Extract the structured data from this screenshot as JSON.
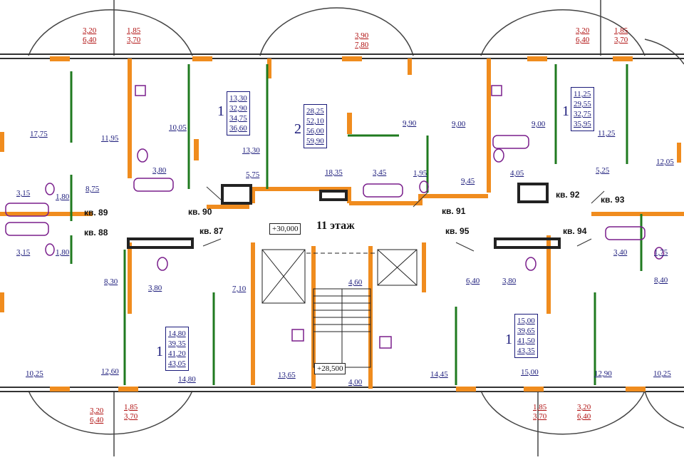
{
  "floor_label": "11 этаж",
  "elevations": {
    "top": "+30,000",
    "bottom": "+28,500"
  },
  "apartments": [
    {
      "id": "kv89",
      "label": "кв. 89"
    },
    {
      "id": "kv90",
      "label": "кв. 90"
    },
    {
      "id": "kv91",
      "label": "кв. 91"
    },
    {
      "id": "kv92",
      "label": "кв. 92"
    },
    {
      "id": "kv93",
      "label": "кв. 93"
    },
    {
      "id": "kv88",
      "label": "кв. 88"
    },
    {
      "id": "kv87",
      "label": "кв. 87"
    },
    {
      "id": "kv95",
      "label": "кв. 95"
    },
    {
      "id": "kv94",
      "label": "кв. 94"
    }
  ],
  "area_boxes": [
    {
      "rooms": "1",
      "values": [
        "13,30",
        "32,90",
        "34,75",
        "36,60"
      ]
    },
    {
      "rooms": "2",
      "values": [
        "28,25",
        "52,10",
        "56,00",
        "59,90"
      ]
    },
    {
      "rooms": "1",
      "values": [
        "11,25",
        "29,55",
        "32,75",
        "35,95"
      ]
    },
    {
      "rooms": "1",
      "values": [
        "14,80",
        "39,35",
        "41,20",
        "43,05"
      ]
    },
    {
      "rooms": "1",
      "values": [
        "15,00",
        "39,65",
        "41,50",
        "43,35"
      ]
    }
  ],
  "balconies": [
    {
      "a": "3,20",
      "b": "6,40"
    },
    {
      "a": "1,85",
      "b": "3,70"
    },
    {
      "a": "3,90",
      "b": "7,80"
    },
    {
      "a": "3,20",
      "b": "6,40"
    },
    {
      "a": "1,85",
      "b": "3,70"
    },
    {
      "a": "3,20",
      "b": "6,40"
    },
    {
      "a": "1,85",
      "b": "3,70"
    },
    {
      "a": "1,85",
      "b": "3,70"
    },
    {
      "a": "3,20",
      "b": "6,40"
    }
  ],
  "room_areas": [
    "17,75",
    "11,95",
    "10,05",
    "13,30",
    "9,90",
    "9,00",
    "9,00",
    "11,25",
    "12,05",
    "3,80",
    "5,75",
    "18,35",
    "3,45",
    "1,95",
    "9,45",
    "4,05",
    "5,25",
    "3,15",
    "1,80",
    "8,75",
    "3,15",
    "1,80",
    "8,30",
    "3,80",
    "7,10",
    "4,60",
    "6,40",
    "3,80",
    "3,40",
    "1,75",
    "8,40",
    "10,25",
    "12,60",
    "14,80",
    "13,65",
    "4,00",
    "14,45",
    "15,00",
    "12,90",
    "10,25"
  ],
  "colors": {
    "wall": "#f08c1e",
    "partition": "#1f7a1f",
    "line": "#333333",
    "label": "#1a1a7a",
    "balcony": "#b01010",
    "fixture": "#7a1f8c"
  }
}
